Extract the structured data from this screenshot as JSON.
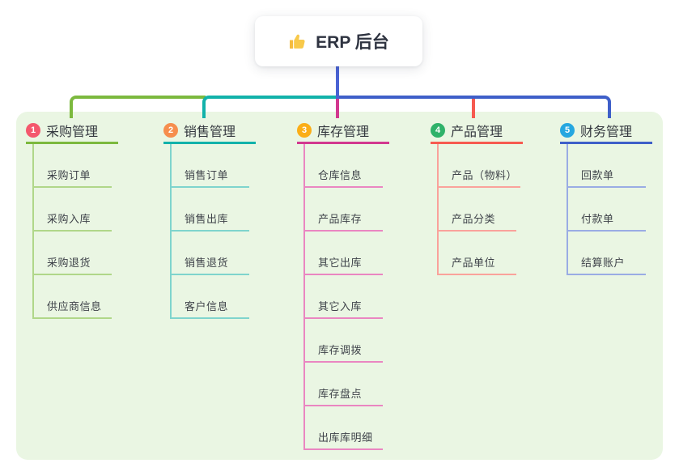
{
  "root": {
    "title": "ERP 后台",
    "icon": "thumbs-up-icon",
    "line_color": "#4a63d4"
  },
  "panel_color": "#eaf6e3",
  "columns": [
    {
      "badge": "1",
      "badge_color": "#f4586d",
      "title": "采购管理",
      "color": "#7cb93e",
      "light_color": "#b0d789",
      "items": [
        "采购订单",
        "采购入库",
        "采购退货",
        "供应商信息"
      ]
    },
    {
      "badge": "2",
      "badge_color": "#f68e4e",
      "title": "销售管理",
      "color": "#12b2aa",
      "light_color": "#7fd4cd",
      "items": [
        "销售订单",
        "销售出库",
        "销售退货",
        "客户信息"
      ]
    },
    {
      "badge": "3",
      "badge_color": "#fbae17",
      "title": "库存管理",
      "color": "#d2388f",
      "light_color": "#ea86c1",
      "items": [
        "仓库信息",
        "产品库存",
        "其它出库",
        "其它入库",
        "库存调拨",
        "库存盘点",
        "出库库明细"
      ]
    },
    {
      "badge": "4",
      "badge_color": "#2fb26a",
      "title": "产品管理",
      "color": "#f65a50",
      "light_color": "#faa29b",
      "items": [
        "产品（物料）",
        "产品分类",
        "产品单位"
      ]
    },
    {
      "badge": "5",
      "badge_color": "#26a7e0",
      "title": "财务管理",
      "color": "#3e5fc9",
      "light_color": "#9aace4",
      "items": [
        "回款单",
        "付款单",
        "结算账户"
      ]
    }
  ]
}
